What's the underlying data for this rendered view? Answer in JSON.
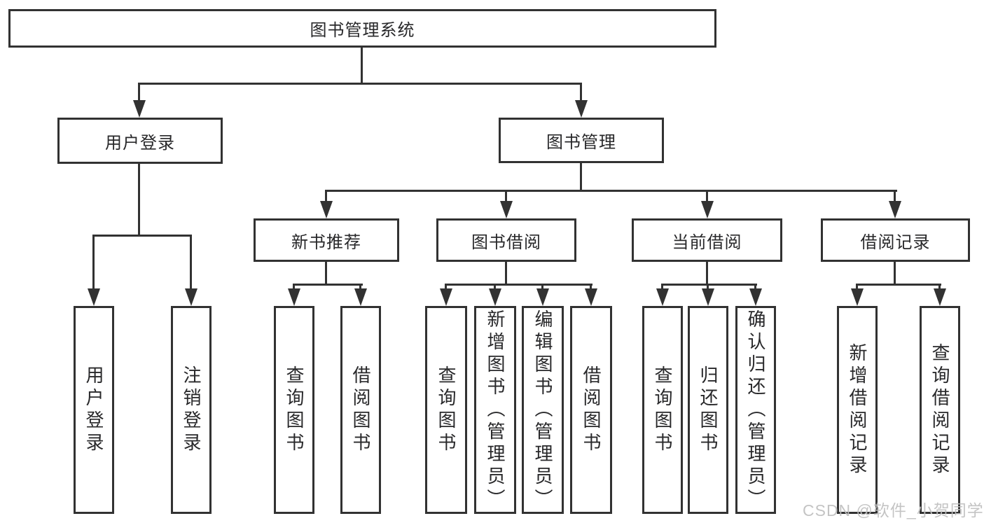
{
  "colors": {
    "line": "#323232",
    "text": "#28282a",
    "watermark": "#bfbfbf",
    "background": "#ffffff"
  },
  "root": {
    "label": "图书管理系统"
  },
  "branches": [
    {
      "label": "用户登录",
      "children": [
        {
          "label": "用户登录"
        },
        {
          "label": "注销登录"
        }
      ]
    },
    {
      "label": "图书管理",
      "children": [
        {
          "label": "新书推荐",
          "children": [
            {
              "label": "查询图书"
            },
            {
              "label": "借阅图书"
            }
          ]
        },
        {
          "label": "图书借阅",
          "children": [
            {
              "label": "查询图书"
            },
            {
              "label": "新增图书（管理员）"
            },
            {
              "label": "编辑图书（管理员）"
            },
            {
              "label": "借阅图书"
            }
          ]
        },
        {
          "label": "当前借阅",
          "children": [
            {
              "label": "查询图书"
            },
            {
              "label": "归还图书"
            },
            {
              "label": "确认归还（管理员）"
            }
          ]
        },
        {
          "label": "借阅记录",
          "children": [
            {
              "label": "新增借阅记录"
            },
            {
              "label": "查询借阅记录"
            }
          ]
        }
      ]
    }
  ],
  "watermark": {
    "text": "CSDN @软件_小贺同学"
  }
}
